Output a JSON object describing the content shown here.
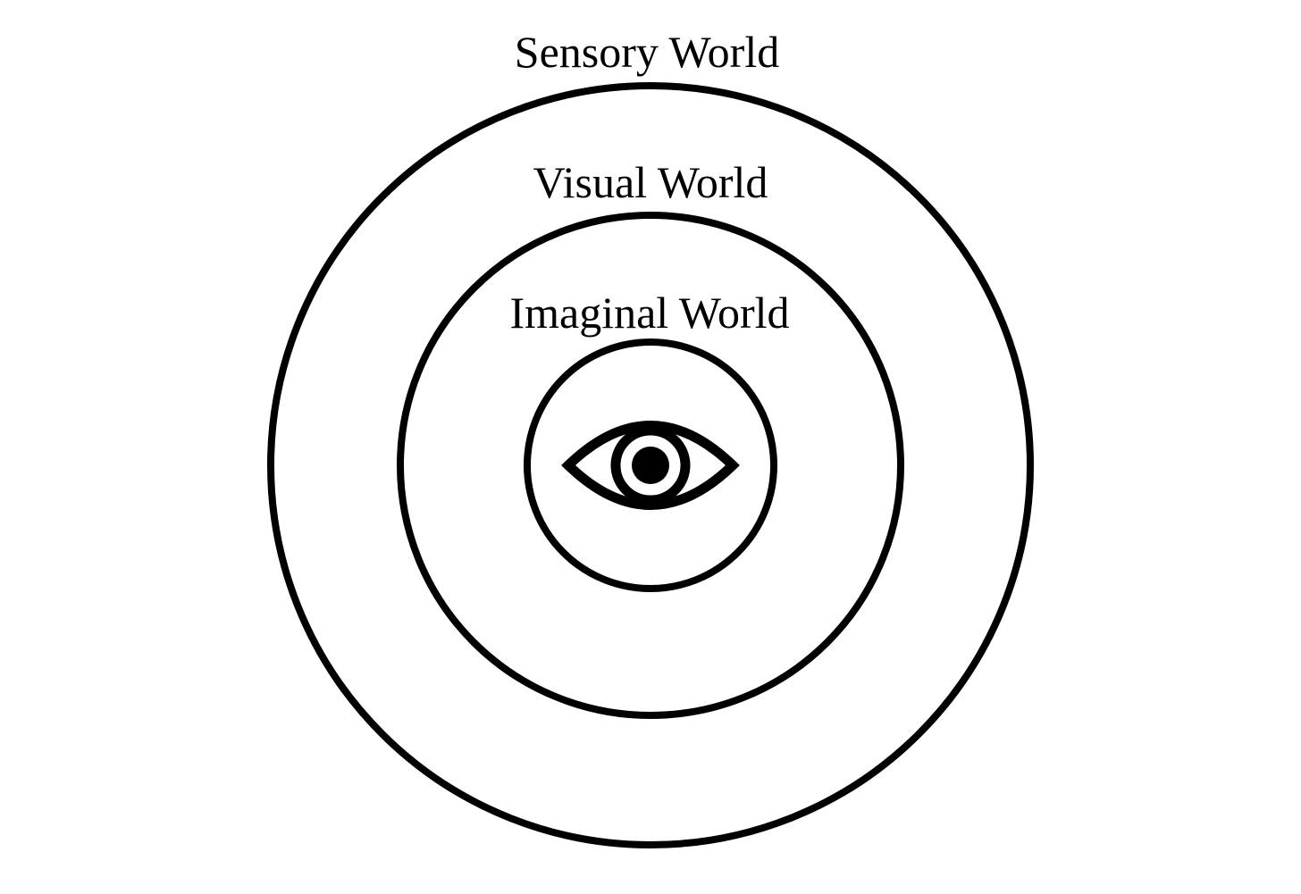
{
  "diagram": {
    "labels": {
      "outer": "Sensory World",
      "middle": "Visual World",
      "inner": "Imaginal World"
    },
    "center_icon": "eye-icon",
    "colors": {
      "ink": "#000000",
      "background": "#ffffff"
    }
  }
}
